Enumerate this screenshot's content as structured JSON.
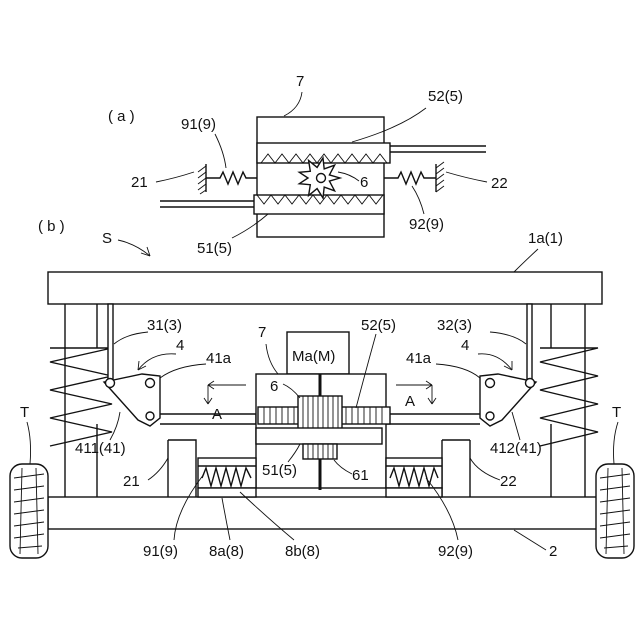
{
  "figure": {
    "panel_a": "( a )",
    "panel_b": "( b )",
    "labels": {
      "a_7": "7",
      "a_52": "52(5)",
      "a_91": "91(9)",
      "a_21": "21",
      "a_6": "6",
      "a_22": "22",
      "a_92": "92(9)",
      "a_51": "51(5)",
      "b_S": "S",
      "b_1a": "1a(1)",
      "b_31": "31(3)",
      "b_32": "32(3)",
      "b_7": "7",
      "b_52": "52(5)",
      "b_motor": "Ma(M)",
      "b_4_left": "4",
      "b_4_right": "4",
      "b_41a_left": "41a",
      "b_41a_right": "41a",
      "b_6": "6",
      "b_A_left": "A",
      "b_A_right": "A",
      "b_T_left": "T",
      "b_T_right": "T",
      "b_411": "411(41)",
      "b_412": "412(41)",
      "b_21": "21",
      "b_22": "22",
      "b_51": "51(5)",
      "b_61": "61",
      "b_91": "91(9)",
      "b_8a": "8a(8)",
      "b_8b": "8b(8)",
      "b_92": "92(9)",
      "b_2": "2"
    }
  }
}
